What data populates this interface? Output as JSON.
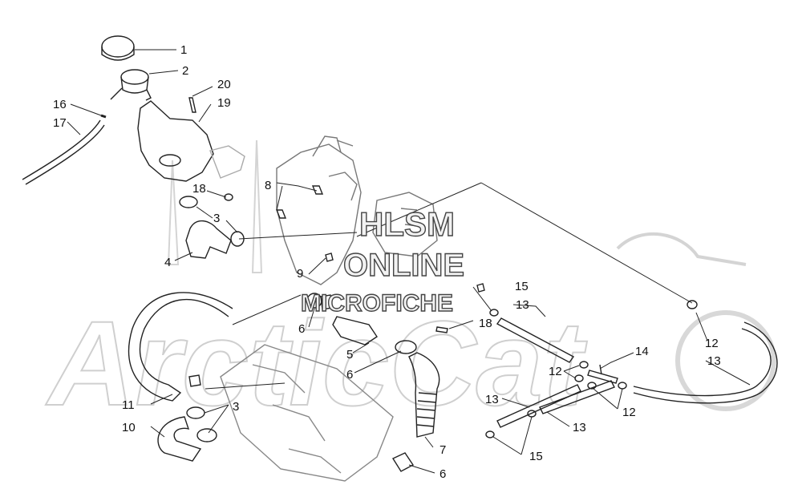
{
  "watermark": {
    "line1": "HLSM",
    "line2": "ONLINE",
    "line3": "MICROFICHE",
    "background_logo": "ArcticCat"
  },
  "callouts": [
    {
      "label": "1"
    },
    {
      "label": "2"
    },
    {
      "label": "20"
    },
    {
      "label": "19"
    },
    {
      "label": "16"
    },
    {
      "label": "17"
    },
    {
      "label": "18"
    },
    {
      "label": "3"
    },
    {
      "label": "4"
    },
    {
      "label": "8"
    },
    {
      "label": "9"
    },
    {
      "label": "6"
    },
    {
      "label": "5"
    },
    {
      "label": "6"
    },
    {
      "label": "15"
    },
    {
      "label": "13"
    },
    {
      "label": "18"
    },
    {
      "label": "12"
    },
    {
      "label": "13"
    },
    {
      "label": "14"
    },
    {
      "label": "12"
    },
    {
      "label": "12"
    },
    {
      "label": "13"
    },
    {
      "label": "13"
    },
    {
      "label": "15"
    },
    {
      "label": "7"
    },
    {
      "label": "6"
    },
    {
      "label": "11"
    },
    {
      "label": "10"
    },
    {
      "label": "3"
    }
  ],
  "colors": {
    "line": "#222222",
    "watermark_fill": "#f2f2f2",
    "background_logo": "#cfcfcf"
  }
}
